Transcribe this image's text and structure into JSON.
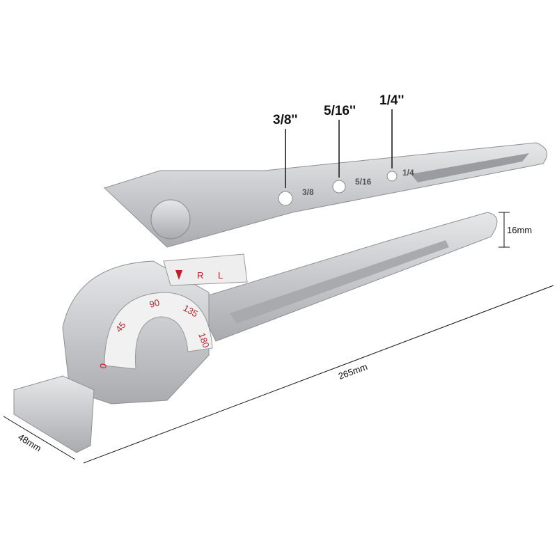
{
  "callouts": {
    "size_3_8": "3/8''",
    "size_5_16": "5/16''",
    "size_1_4": "1/4''"
  },
  "dimensions": {
    "handle_thickness": "16mm",
    "length": "265mm",
    "width": "48mm"
  },
  "tool_markings": {
    "holes": [
      "3/8",
      "5/16",
      "1/4"
    ],
    "degrees": [
      "0",
      "45",
      "90",
      "135",
      "180"
    ],
    "direction": [
      "R",
      "L"
    ]
  },
  "colors": {
    "metal": "#c9cacc",
    "metal_dark": "#9a9ca0",
    "scale_red": "#c0202a"
  }
}
